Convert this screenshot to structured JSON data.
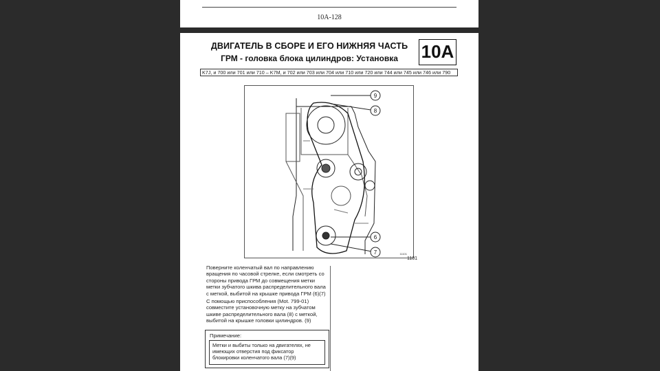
{
  "page_top": {
    "page_number": "10A-128"
  },
  "header": {
    "title_line1": "ДВИГАТЕЛЬ В СБОРЕ И ЕГО НИЖНЯЯ ЧАСТЬ",
    "title_line2": "ГРМ - головка блока цилиндров: Установка",
    "section_code": "10A"
  },
  "applicability": "K7J, и 700 или 701 или 710 – K7M, и 702 или 703 или 704 или 710 или 720 или 744 или 745 или 746 или 790",
  "figure": {
    "callouts": [
      "9",
      "8",
      "6",
      "7"
    ],
    "small_ref": "11101",
    "figure_number": "1101"
  },
  "text": {
    "paragraph1": "Поверните коленчатый вал по направлению вращения по часовой стрелке, если смотреть со стороны привода ГРМ до совмещения метки метки зубчатого шкива распределительного вала с меткой, выбитой на крышке привода ГРМ (6)(7)",
    "paragraph2": "С помощью приспособления (Mot. 799-01) совместите установочную метку на зубчатом шкиве распределительного вала (8) с меткой, выбитой на крышке головки цилиндров. (9)"
  },
  "note": {
    "title": "Примечание:",
    "body": "Метки и выбиты только на двигателях, не имеющих отверстия под фиксатор блокировки коленчатого вала (7)(9)"
  }
}
